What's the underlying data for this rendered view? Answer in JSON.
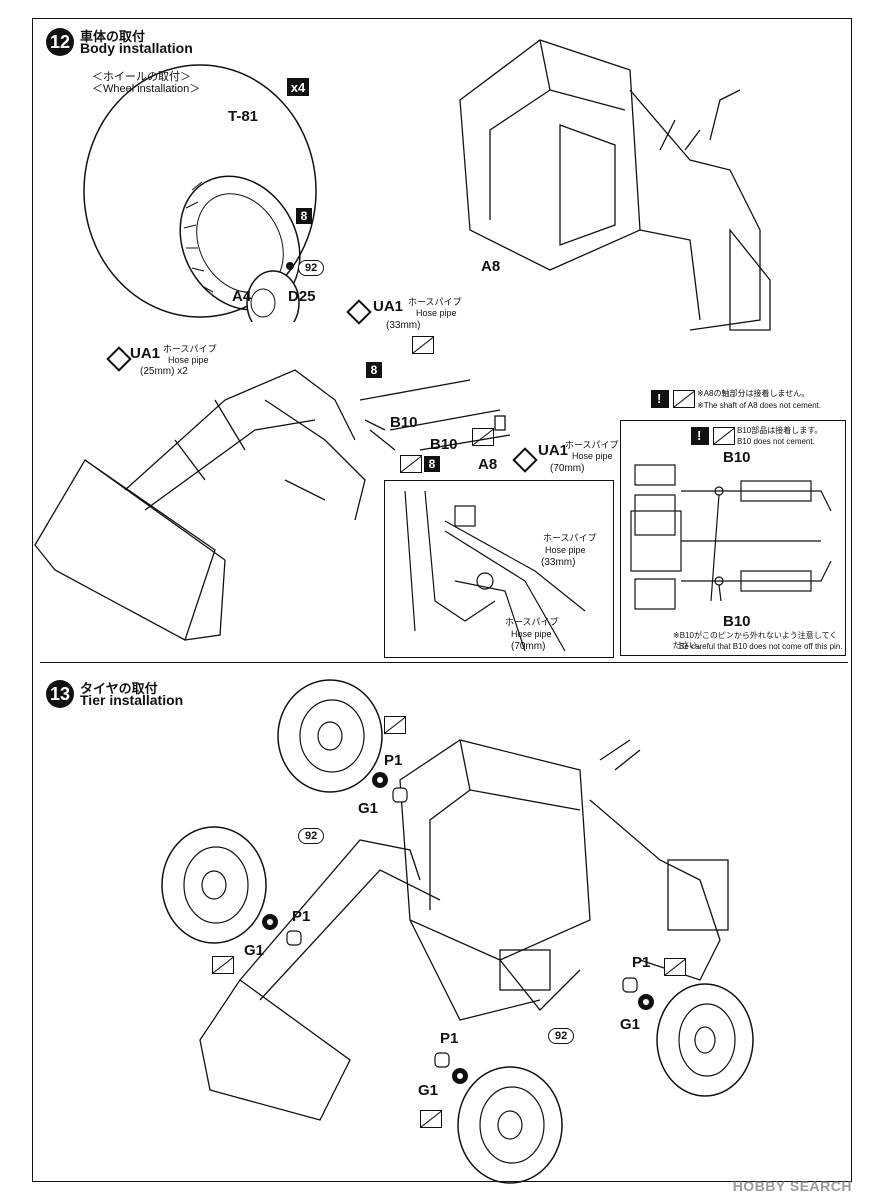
{
  "step12": {
    "number": "12",
    "title_jp": "車体の取付",
    "title_en": "Body installation",
    "wheel_box": {
      "title_jp": "＜ホイールの取付＞",
      "title_en": "＜Wheel installation＞",
      "multiplier": "x4",
      "parts": {
        "t81": "T-81",
        "a4": "A4",
        "d25": "D25",
        "p8": "8",
        "p92": "92"
      }
    },
    "ua1_33": {
      "code": "UA1",
      "jp": "ホースパイプ",
      "en": "Hose pipe",
      "size": "(33mm)"
    },
    "ua1_25": {
      "code": "UA1",
      "jp": "ホースパイプ",
      "en": "Hose pipe",
      "size": "(25mm) x2"
    },
    "ua1_70": {
      "code": "UA1",
      "jp": "ホースパイプ",
      "en": "Hose pipe",
      "size": "(70mm)"
    },
    "labels": {
      "a8_top": "A8",
      "a8_bottom": "A8",
      "b10_a": "B10",
      "b10_b": "B10",
      "p8_a": "8",
      "p8_b": "8"
    },
    "note_a8": {
      "jp": "※A8の軸部分は接着しません。",
      "en": "※The shaft of A8 does not cement."
    },
    "detail_hose": {
      "pipe33": {
        "jp": "ホースパイプ",
        "en": "Hose pipe",
        "size": "(33mm)"
      },
      "pipe70": {
        "jp": "ホースパイプ",
        "en": "Hose pipe",
        "size": "(70mm)"
      }
    },
    "detail_b10": {
      "note_jp": "B10部品は接着します。",
      "note_en": "B10 does not cement.",
      "label_top": "B10",
      "label_bottom": "B10",
      "warn_jp": "※B10がこのピンから外れないよう注意してください。",
      "warn_en": "Be careful that B10 does not come off this pin."
    }
  },
  "step13": {
    "number": "13",
    "title_jp": "タイヤの取付",
    "title_en": "Tier installation",
    "labels": {
      "p1_a": "P1",
      "g1_a": "G1",
      "p1_b": "P1",
      "g1_b": "G1",
      "p1_c": "P1",
      "g1_c": "G1",
      "p1_d": "P1",
      "g1_d": "G1",
      "n92_a": "92",
      "n92_b": "92"
    }
  },
  "watermark": "HOBBY SEARCH"
}
